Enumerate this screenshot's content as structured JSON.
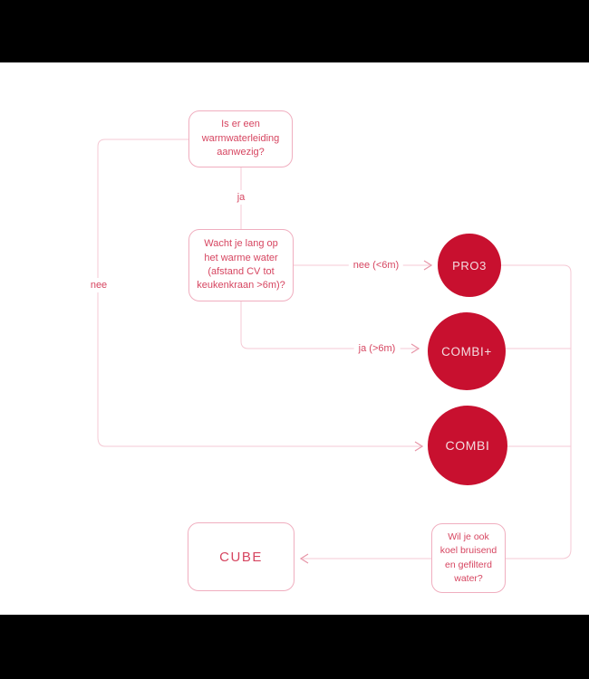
{
  "colors": {
    "background": "#ffffff",
    "letterbox": "#000000",
    "node_fill": "#c8102f",
    "node_text": "#f3dce0",
    "box_border": "#f0aebf",
    "box_text": "#d64560",
    "line": "#f5c9d4",
    "arrow": "#e795a7"
  },
  "flowchart": {
    "question_boxes": [
      {
        "id": "warmwater",
        "text": "Is er een\nwarmwaterleiding\naanwezig?"
      },
      {
        "id": "wachttijd",
        "text": "Wacht je lang op\nhet warme water\n(afstand CV tot\nkeukenkraan >6m)?"
      },
      {
        "id": "koelwater",
        "text": "Wil je ook\nkoel bruisend\nen gefilterd\nwater?"
      }
    ],
    "product_nodes": [
      {
        "id": "pro3",
        "label": "PRO3"
      },
      {
        "id": "combiplus",
        "label": "COMBI+"
      },
      {
        "id": "combi",
        "label": "COMBI"
      },
      {
        "id": "cube",
        "label": "CUBE"
      }
    ],
    "edge_labels": [
      {
        "id": "ja",
        "text": "ja"
      },
      {
        "id": "nee",
        "text": "nee"
      },
      {
        "id": "nee_6m",
        "text": "nee (<6m)"
      },
      {
        "id": "ja_6m",
        "text": "ja (>6m)"
      }
    ]
  }
}
